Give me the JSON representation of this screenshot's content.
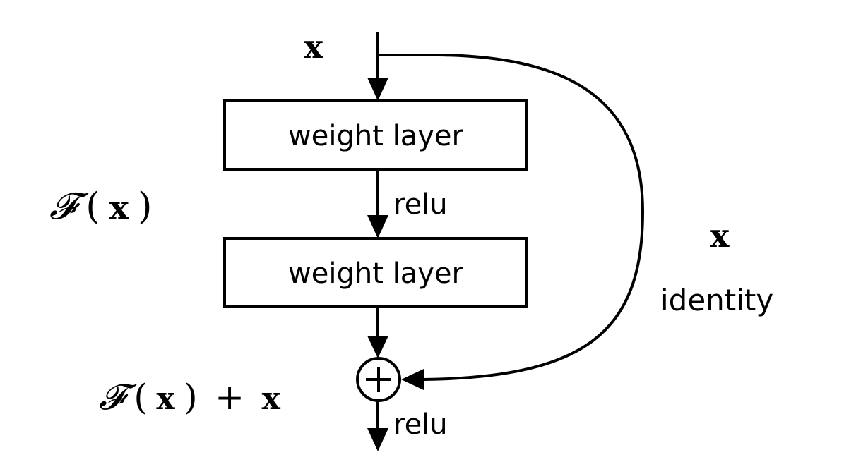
{
  "diagram": {
    "input_label": "x",
    "layer1_label": "weight layer",
    "relu_mid_label": "relu",
    "layer2_label": "weight layer",
    "residual_label": {
      "F": "𝓕",
      "open": "(",
      "x": "x",
      "close": ")"
    },
    "sum_label": {
      "F": "𝓕",
      "open": "(",
      "x": "x",
      "close": ")",
      "plus": "+",
      "x2": "x"
    },
    "add_symbol": "+",
    "relu_out_label": "relu",
    "shortcut_label": "x",
    "identity_label": "identity",
    "colors": {
      "stroke": "#000000",
      "background": "#ffffff"
    }
  }
}
